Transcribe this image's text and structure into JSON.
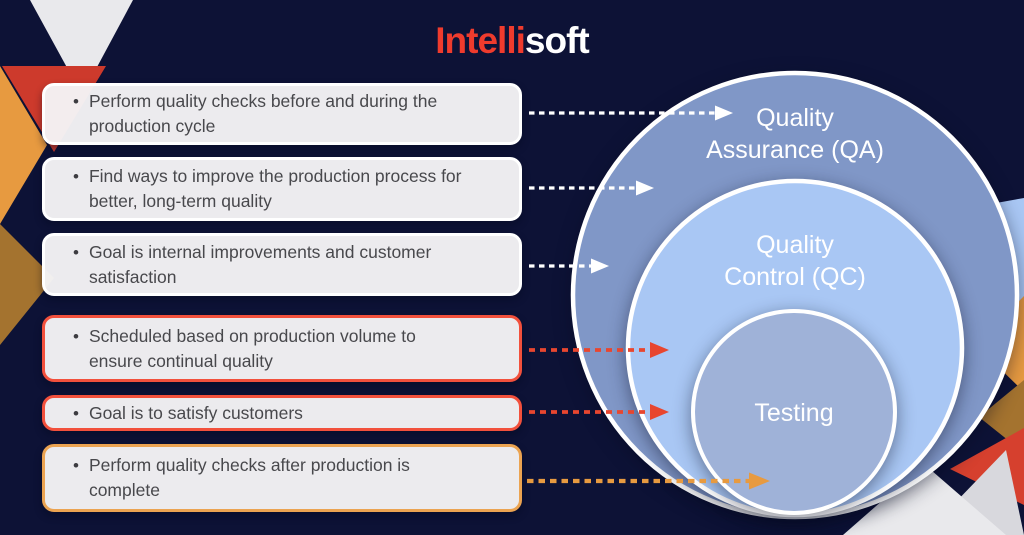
{
  "background_color": "#0d1236",
  "logo": {
    "part1": "Intelli",
    "part2": "soft",
    "part1_color": "#ef3b2d",
    "part2_color": "#ffffff"
  },
  "bullet_char": "•",
  "notes": [
    {
      "text": "Perform quality checks before and during the production cycle",
      "border_color": "#ffffff",
      "arrow_color": "#ffffff",
      "target": "Quality Assurance (QA)"
    },
    {
      "text": "Find ways to improve the production process for better, long-term quality",
      "border_color": "#ffffff",
      "arrow_color": "#ffffff",
      "target": "Quality Assurance (QA)"
    },
    {
      "text": "Goal is internal improvements and customer satisfaction",
      "border_color": "#ffffff",
      "arrow_color": "#ffffff",
      "target": "Quality Assurance (QA)"
    },
    {
      "text": "Scheduled based on production volume to ensure continual quality",
      "border_color": "#f2503c",
      "arrow_color": "#e8462f",
      "target": "Quality Control (QC)"
    },
    {
      "text": "Goal is to satisfy customers",
      "border_color": "#f2503c",
      "arrow_color": "#e8462f",
      "target": "Quality Control (QC)"
    },
    {
      "text": "Perform quality checks after production is complete",
      "border_color": "#eba351",
      "arrow_color": "#e79a40",
      "target": "Testing"
    }
  ],
  "circles": {
    "qa": {
      "line1": "Quality",
      "line2": "Assurance (QA)",
      "fill": "#8097c7",
      "label_color": "#ffffff"
    },
    "qc": {
      "line1": "Quality",
      "line2": "Control (QC)",
      "fill": "#a9c7f4",
      "label_color": "#ffffff"
    },
    "testing": {
      "label": "Testing",
      "fill": "#9fb2d8",
      "label_color": "#ffffff"
    }
  },
  "decor": {
    "white": "#e9e9ec",
    "gray": "#d8d8dd",
    "red": "#cd3a2c",
    "bright_red": "#d6402e",
    "orange": "#e79a40",
    "gold": "#a4732f",
    "light_blue": "#a9c7f4"
  }
}
